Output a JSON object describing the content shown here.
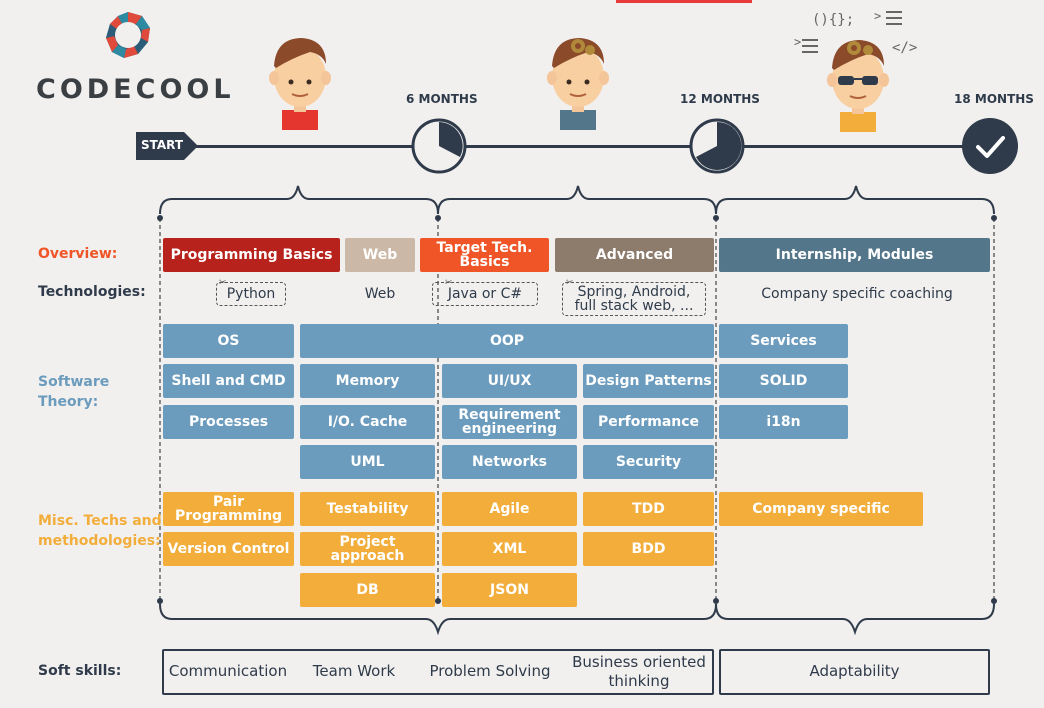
{
  "brand": {
    "name": "CODECOOL"
  },
  "timeline": {
    "start": "START",
    "m6": "6 MONTHS",
    "m12": "12 MONTHS",
    "m18": "18 MONTHS"
  },
  "rows": {
    "overview": "Overview:",
    "technologies": "Technologies:",
    "software": "Software\nTheory:",
    "misc": "Misc. Techs and\nmethodologies:",
    "soft": "Soft skills:"
  },
  "overview": {
    "prog": "Programming Basics",
    "web": "Web",
    "target": "Target Tech.\nBasics",
    "advanced": "Advanced",
    "internship": "Internship, Modules"
  },
  "technologies": {
    "python": "Python",
    "web": "Web",
    "java": "Java or C#",
    "spring": "Spring, Android,\nfull stack web, ...",
    "company": "Company specific coaching"
  },
  "software": {
    "os": "OS",
    "oop": "OOP",
    "services": "Services",
    "shell": "Shell and CMD",
    "memory": "Memory",
    "uiux": "UI/UX",
    "design": "Design Patterns",
    "solid": "SOLID",
    "processes": "Processes",
    "io": "I/O. Cache",
    "req": "Requirement\nengineering",
    "performance": "Performance",
    "i18n": "i18n",
    "uml": "UML",
    "networks": "Networks",
    "security": "Security"
  },
  "misc": {
    "pair": "Pair\nProgramming",
    "testability": "Testability",
    "agile": "Agile",
    "tdd": "TDD",
    "company": "Company specific",
    "version": "Version Control",
    "project": "Project approach",
    "xml": "XML",
    "bdd": "BDD",
    "db": "DB",
    "json": "JSON"
  },
  "soft": {
    "communication": "Communication",
    "teamwork": "Team Work",
    "problem": "Problem Solving",
    "business": "Business oriented\nthinking",
    "adaptability": "Adaptability"
  },
  "colors": {
    "dark_red": "#b8221c",
    "beige": "#cbb8a6",
    "orange_red": "#ef5526",
    "brown": "#8d7b6b",
    "slate": "#53768a",
    "blue": "#6b9bbd",
    "orange": "#f2ad3a",
    "navy": "#2f3b4a"
  }
}
